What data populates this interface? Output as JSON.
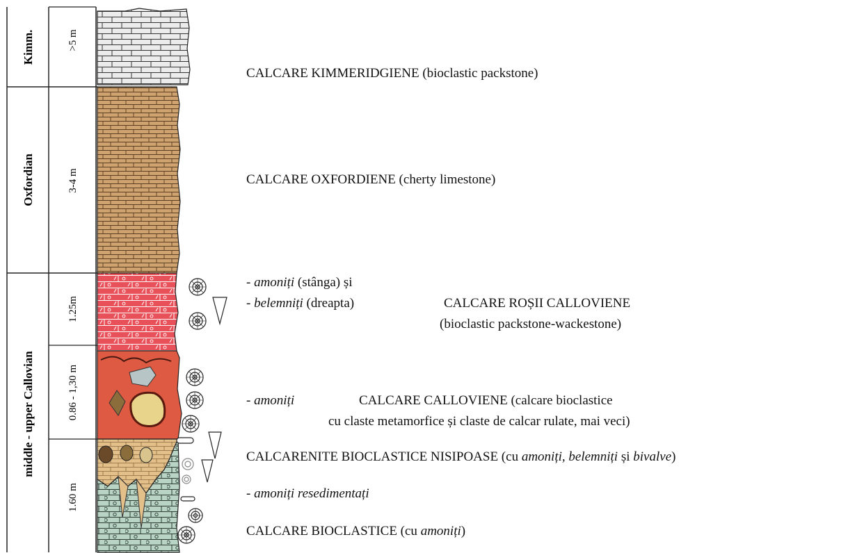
{
  "column": {
    "stages": [
      {
        "name": "Kimm."
      },
      {
        "name": "Oxfordian"
      },
      {
        "name": "middle - upper  Callovian"
      }
    ],
    "thickness": [
      ">5 m",
      "3-4 m",
      "1.25m",
      "0.86 - 1,30 m",
      "1.60 m"
    ]
  },
  "descriptions": {
    "kimm": "CALCARE KIMMERIDGIENE (bioclastic packstone)",
    "oxf": "CALCARE OXFORDIENE (cherty limestone)",
    "red_a1": "amoniți",
    "red_a2": " (stânga) și",
    "red_b1": "belemniți",
    "red_b2": " (dreapta)",
    "red_title": "CALCARE ROȘII CALLOVIENE",
    "red_sub": "(bioclastic packstone-wackestone)",
    "cal_a": "amoniți",
    "cal_title": "CALCARE CALLOVIENE (calcare bioclastice",
    "cal_sub": "cu claste metamorfice și claste de calcar rulate, mai veci)",
    "sand_1": "CALCARENITE BIOCLASTICE NISIPOASE (cu ",
    "sand_2": "amoniți, belemniți",
    "sand_3": " și ",
    "sand_4": "bivalve",
    "sand_5": ")",
    "resed": "amoniți resedimentați",
    "bio_1": "CALCARE BIOCLASTICE (cu ",
    "bio_2": "amoniți",
    "bio_3": ")",
    "dash": "- "
  },
  "colors": {
    "kimm": "#ececec",
    "oxford": "#cfa36f",
    "red": "#e8515a",
    "calloman": "#de5a43",
    "sand": "#e3c08a",
    "bio": "#b9d3c5",
    "line": "#2a2a2a"
  }
}
